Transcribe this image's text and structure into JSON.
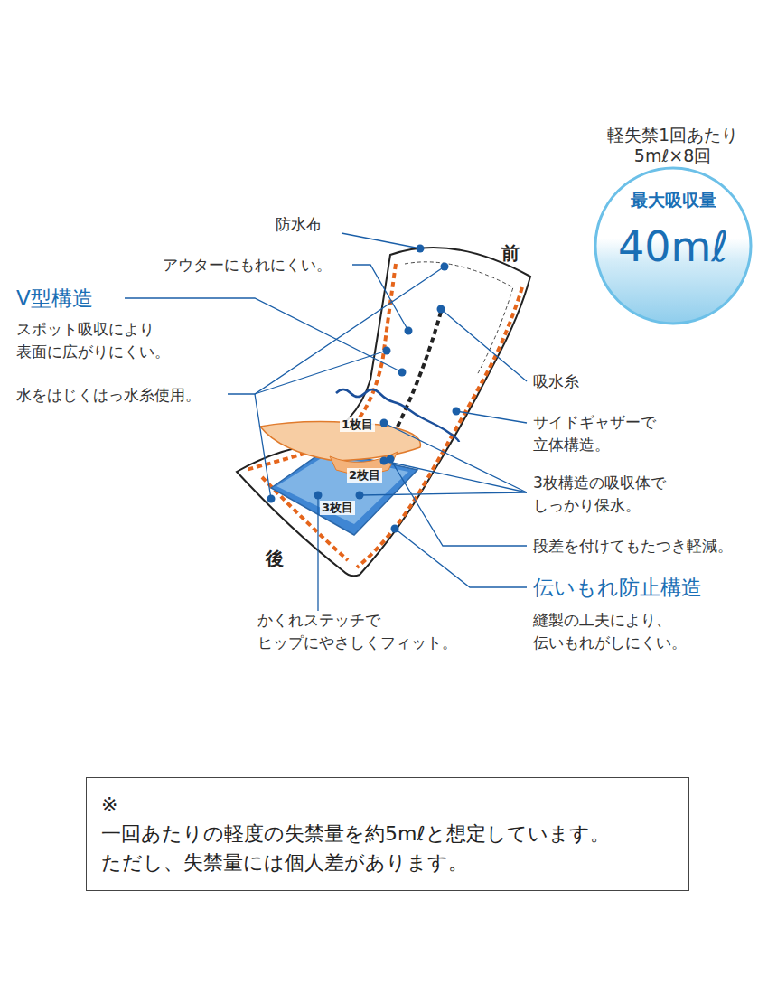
{
  "diagram": {
    "nodes": [
      {
        "text": [
          "軽失禁1回あたり 5mℓ×8回",
          "最大吸収量",
          "40mℓ"
        ]
      },
      {
        "text": [
          "※一回あたりの軽度の失禁量を約5mℓと想定しています。 ただし、失禁量には個人差があります。"
        ]
      }
    ],
    "labels": [
      "防水布",
      "アウターにもれにくい。",
      "V型構造",
      "スポット吸収により 表面に広がりにくい。",
      "水をはじくはっ水糸使用。",
      "前",
      "後",
      "吸水糸",
      "サイドギャザーで 立体構造。",
      "3枚構造の吸収体で しっかり保水。",
      "段差を付けてもたつき軽減。",
      "伝いもれ防止構造",
      "縫製の工夫により、 伝いもれがしにくい。",
      "かくれステッチで ヒップにやさしくフィット。",
      "1枚目",
      "2枚目",
      "3枚目"
    ]
  }
}
